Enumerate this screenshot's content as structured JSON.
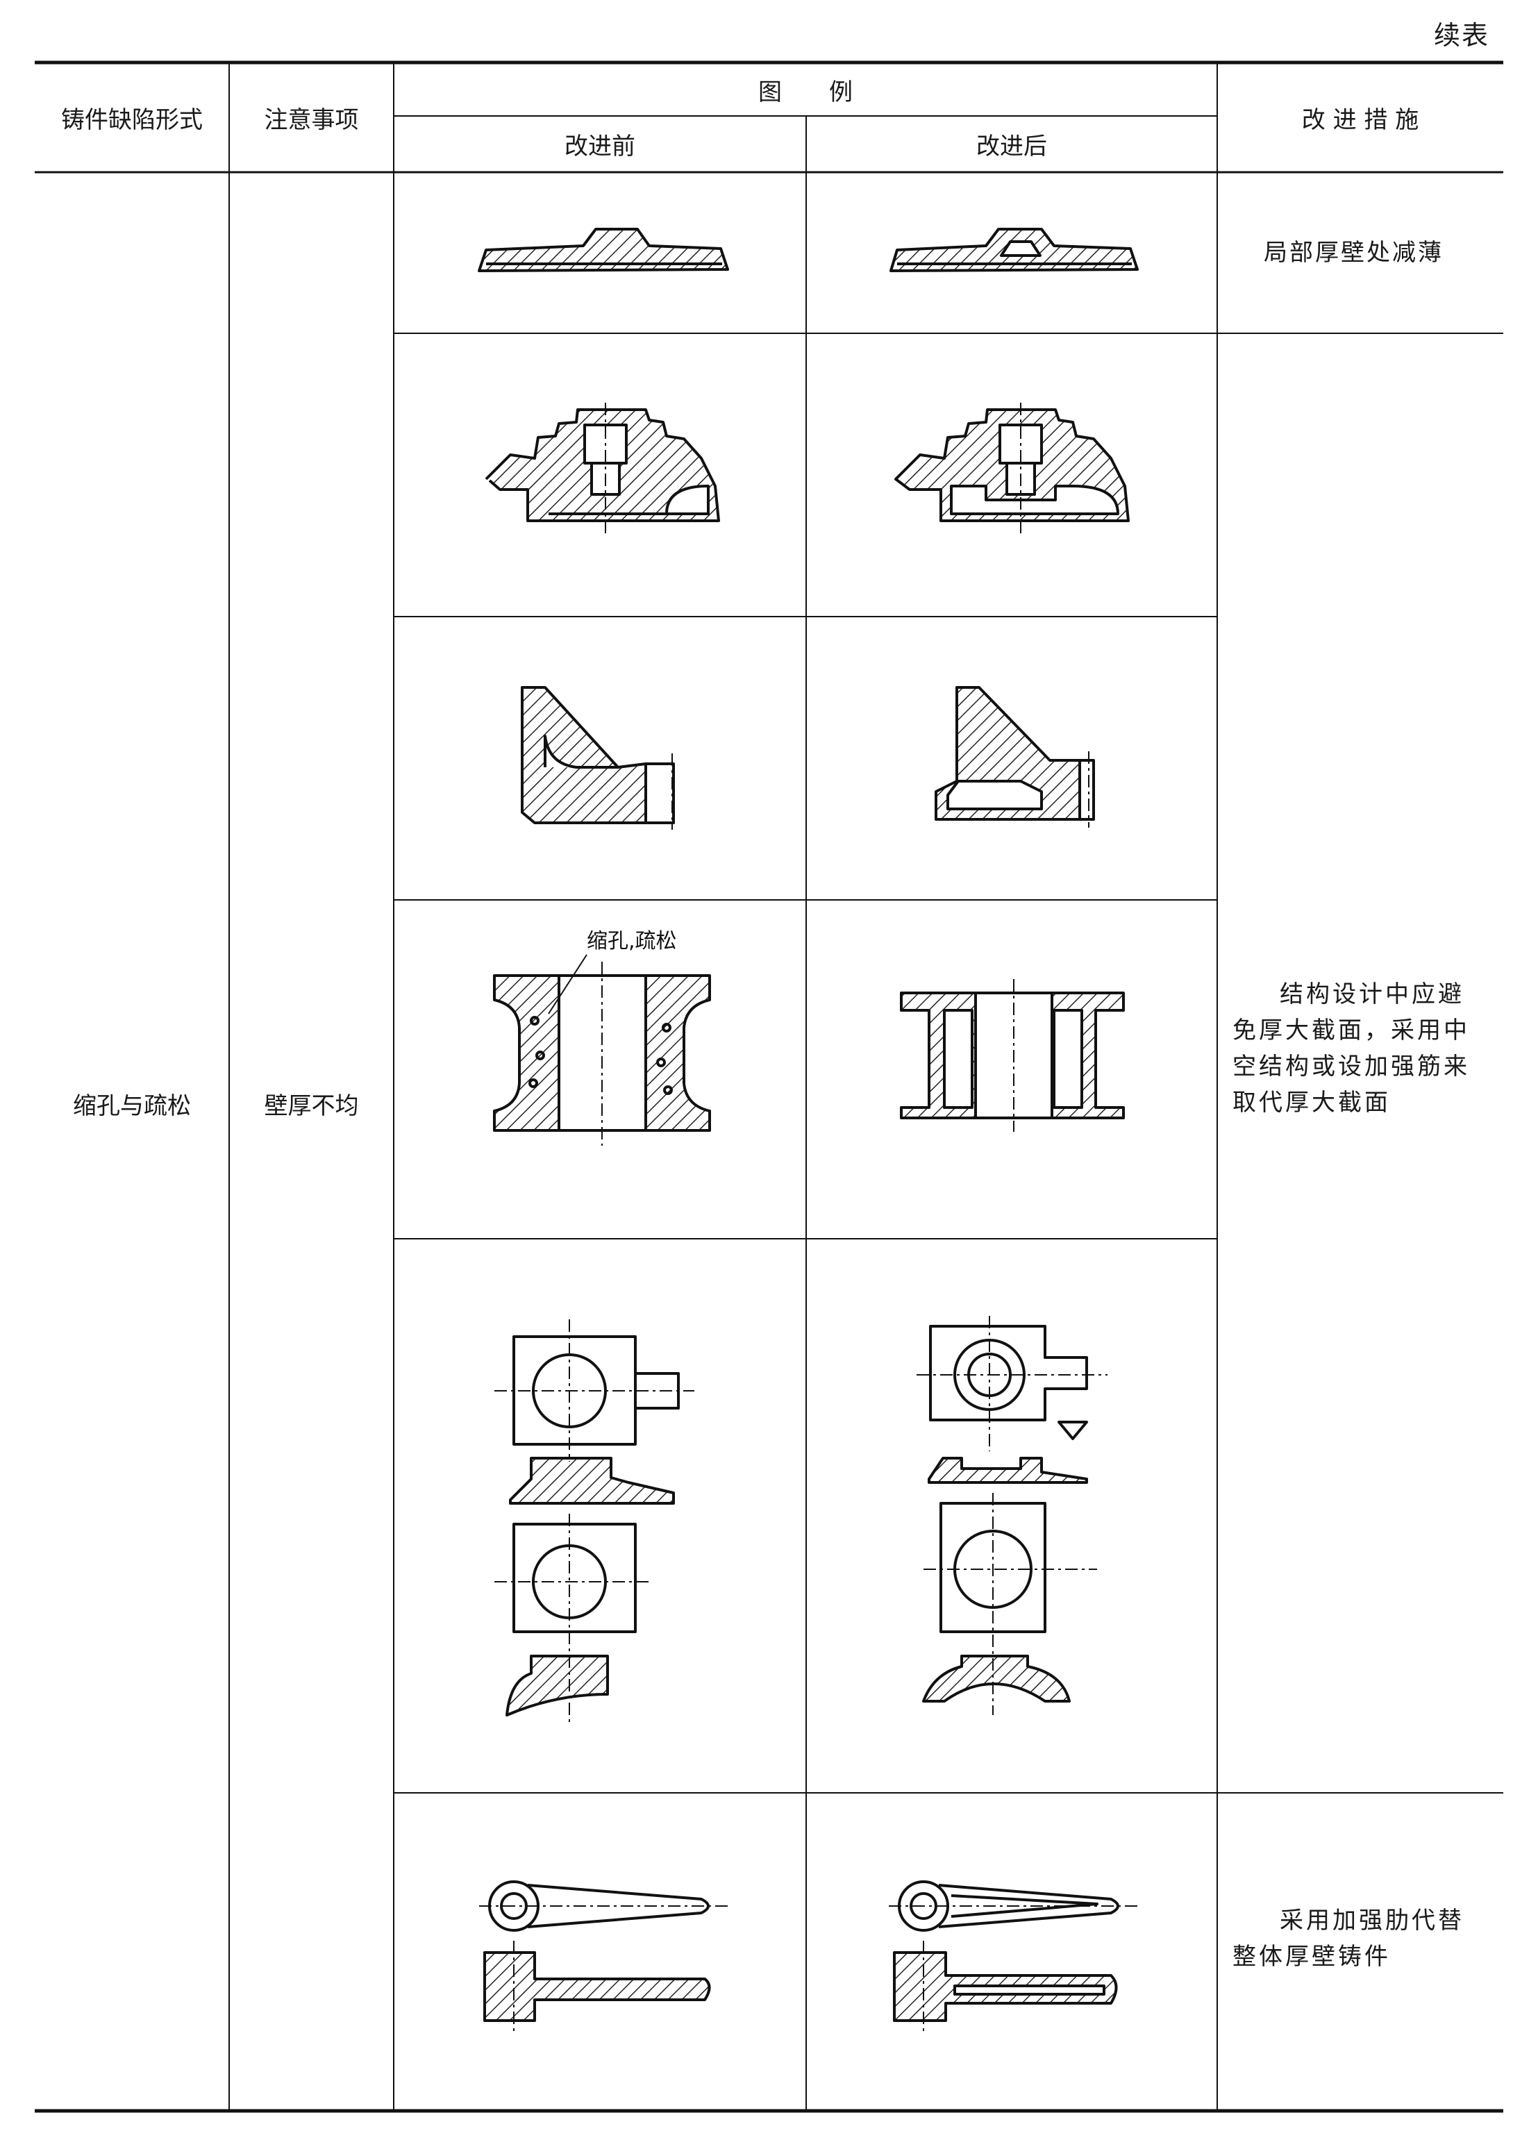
{
  "page": {
    "continued_label": "续表"
  },
  "table": {
    "headers": {
      "defect_form": "铸件缺陷形式",
      "notes": "注意事项",
      "illustration": "图　　例",
      "before": "改进前",
      "after": "改进后",
      "measures": "改 进 措 施"
    },
    "defect_form": "缩孔与疏松",
    "notes": "壁厚不均",
    "rows": [
      {
        "measure": "局部厚壁处减薄"
      },
      {
        "measure": "结构设计中应避免厚大截面，采用中空结构或设加强筋来取代厚大截面"
      },
      {
        "measure": "采用加强肋代替整体厚壁铸件"
      }
    ],
    "figure_labels": {
      "shrinkage": "缩孔,疏松"
    }
  }
}
